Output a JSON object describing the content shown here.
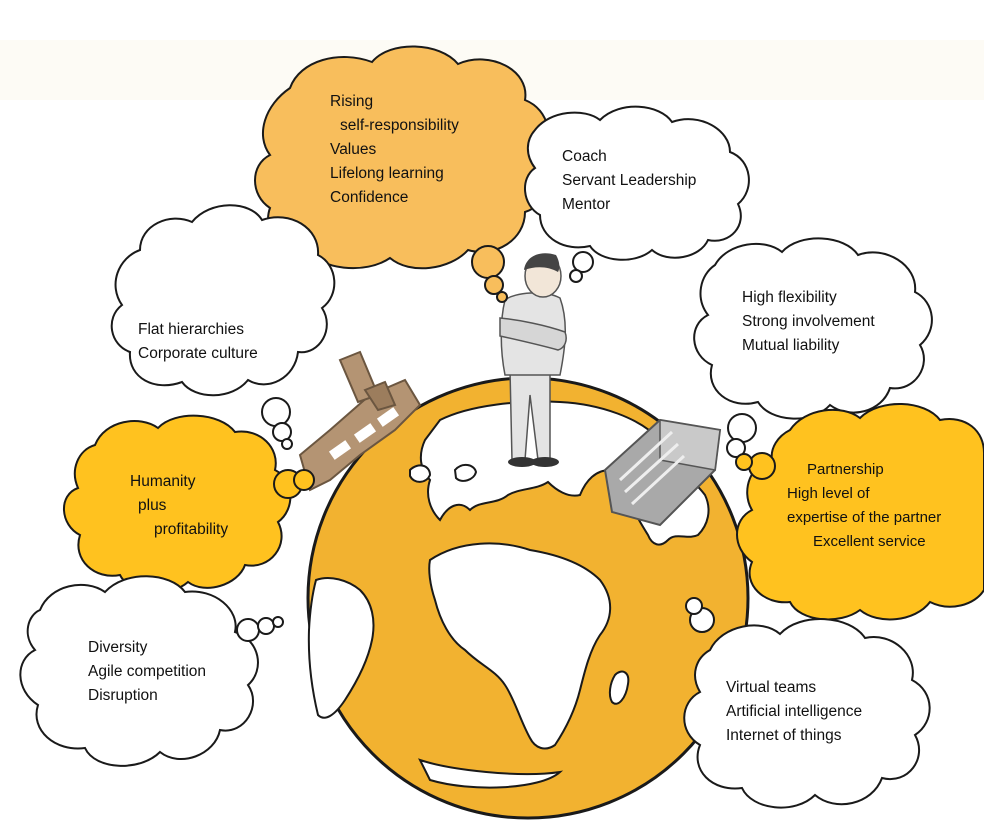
{
  "colors": {
    "orange": "#F8BE5C",
    "amber": "#FFC21F",
    "ocean": "#F2B230",
    "land": "#FFFFFF",
    "outline": "#1a1a1a",
    "building_brown": "#B49473",
    "building_grey": "#A9A9A9",
    "suit": "#E4E4E4"
  },
  "clouds": {
    "top_values": {
      "fill": "orange",
      "lines": [
        "Rising",
        "self-responsibility",
        "Values",
        "Lifelong learning",
        "Confidence"
      ]
    },
    "top_leadership": {
      "fill": "white",
      "lines": [
        "Coach",
        "Servant Leadership",
        "Mentor"
      ]
    },
    "left_structure": {
      "fill": "white",
      "lines": [
        "Flat hierarchies",
        "Corporate culture"
      ]
    },
    "left_humanity": {
      "fill": "orange",
      "lines": [
        "Humanity",
        "plus",
        "profitability"
      ]
    },
    "left_market": {
      "fill": "white",
      "lines": [
        "Diversity",
        "Agile competition",
        "Disruption"
      ]
    },
    "right_flexibility": {
      "fill": "white",
      "lines": [
        "High flexibility",
        "Strong involvement",
        "Mutual liability"
      ]
    },
    "right_partnership": {
      "fill": "orange",
      "lines": [
        "Partnership",
        "High level of",
        "expertise of the partner",
        "Excellent service"
      ]
    },
    "right_tech": {
      "fill": "white",
      "lines": [
        "Virtual teams",
        "Artificial intelligence",
        "Internet of things"
      ]
    }
  }
}
